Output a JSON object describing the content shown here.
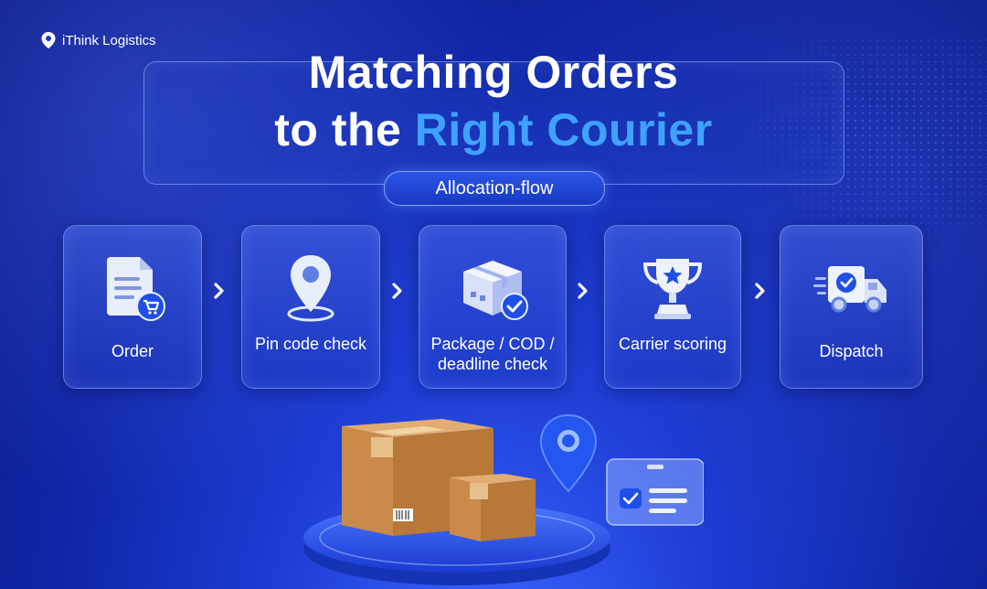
{
  "brand": {
    "name": "iThink Logistics"
  },
  "headline": {
    "line1": "Matching Orders",
    "line2_prefix": "to the ",
    "line2_accent": "Right Courier"
  },
  "badge": {
    "label": "Allocation-flow"
  },
  "flow": {
    "steps": [
      {
        "label": "Order",
        "icon": "order-document-cart-icon"
      },
      {
        "label": "Pin code check",
        "icon": "location-pin-icon"
      },
      {
        "label": "Package / COD / deadline check",
        "icon": "box-check-icon"
      },
      {
        "label": "Carrier scoring",
        "icon": "trophy-star-icon"
      },
      {
        "label": "Dispatch",
        "icon": "delivery-truck-icon"
      }
    ]
  },
  "colors": {
    "accent": "#3fa2ff",
    "background": "#1331b8",
    "card": "#3c5fe0",
    "box": "#c98a4b"
  }
}
